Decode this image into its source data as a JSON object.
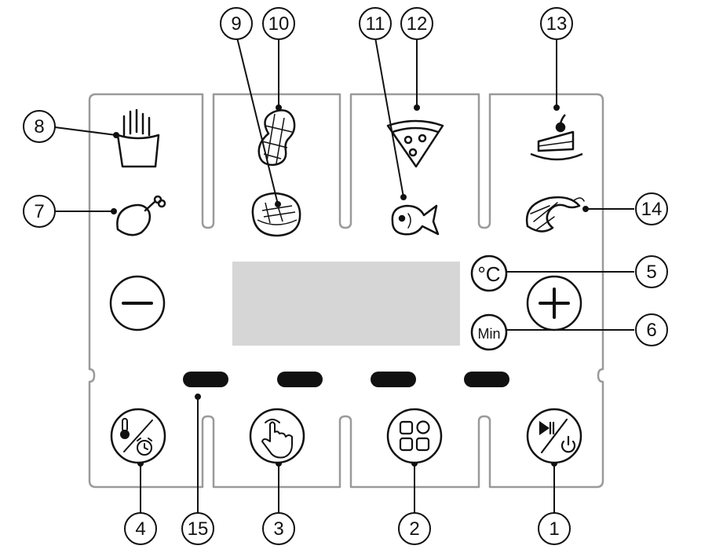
{
  "callouts": {
    "n1": "1",
    "n2": "2",
    "n3": "3",
    "n4": "4",
    "n5": "5",
    "n6": "6",
    "n7": "7",
    "n8": "8",
    "n9": "9",
    "n10": "10",
    "n11": "11",
    "n12": "12",
    "n13": "13",
    "n14": "14",
    "n15": "15"
  },
  "buttons": {
    "minus": "−",
    "plus": "+",
    "celsius": "°C",
    "minutes": "Min"
  },
  "icons": {
    "fries": "fries-icon",
    "peanut": "peanut-icon",
    "pizza": "pizza-icon",
    "cake": "cake-icon",
    "drumstick": "drumstick-icon",
    "steak": "steak-icon",
    "fish": "fish-icon",
    "shrimp": "shrimp-icon",
    "temp_timer": "thermometer-alarm-clock-icon",
    "manual": "hand-touch-icon",
    "menu": "four-squares-icon",
    "start_power": "play-pause-power-icon"
  },
  "colors": {
    "line": "#9a9a9a",
    "ink": "#111111",
    "display": "#d6d6d6",
    "indicator": "#111111"
  }
}
